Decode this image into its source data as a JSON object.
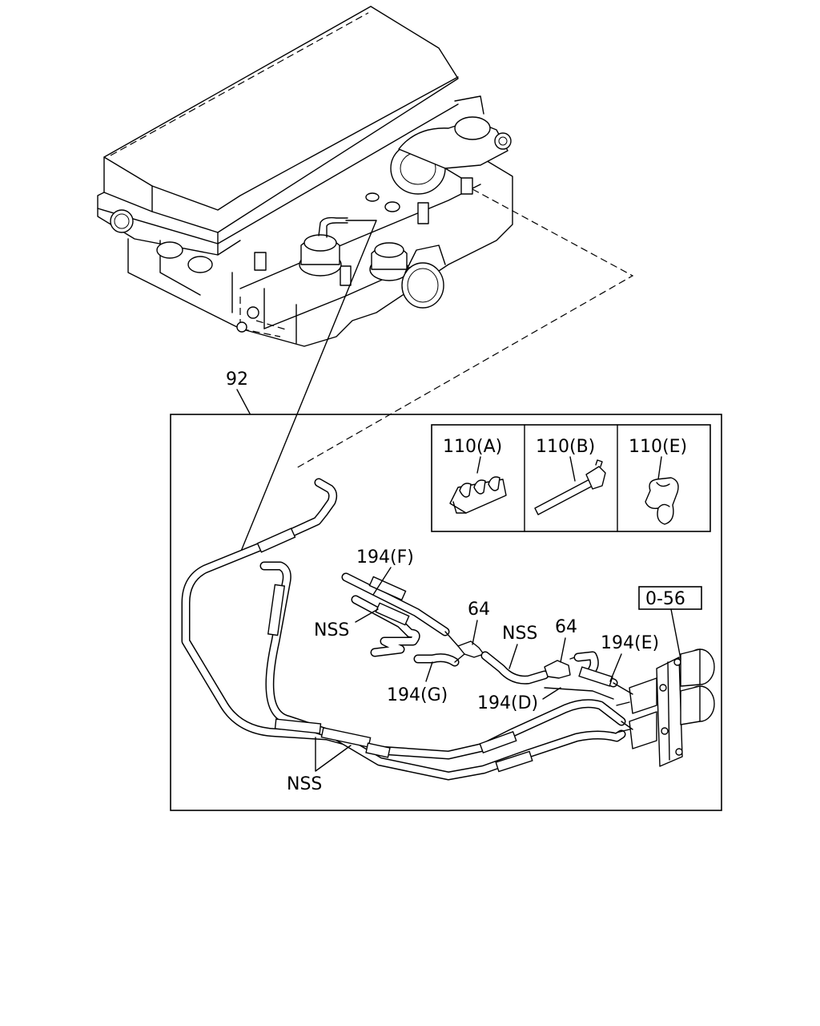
{
  "callouts": {
    "assembly": "92",
    "clip_a": "110(A)",
    "clip_b": "110(B)",
    "clip_e": "110(E)",
    "hose_f": "194(F)",
    "nss_left": "NSS",
    "connector_1": "64",
    "nss_mid": "NSS",
    "connector_2": "64",
    "hose_e": "194(E)",
    "hose_g": "194(G)",
    "hose_d": "194(D)",
    "nss_bottom": "NSS",
    "ref_box": "0-56"
  }
}
